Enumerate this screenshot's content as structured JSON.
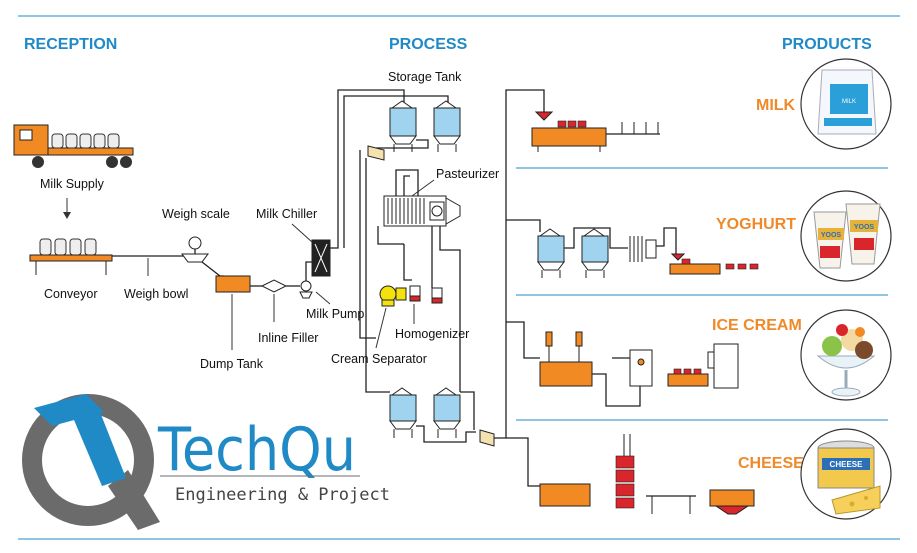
{
  "sections": {
    "reception": "RECEPTION",
    "process": "PROCESS",
    "products": "PRODUCTS"
  },
  "labels": {
    "milk_supply": "Milk Supply",
    "conveyor": "Conveyor",
    "weigh_bowl": "Weigh bowl",
    "weigh_scale": "Weigh scale",
    "dump_tank": "Dump Tank",
    "inline_filler": "Inline Filler",
    "milk_chiller": "Milk Chiller",
    "milk_pump": "Milk Pump",
    "storage_tank": "Storage Tank",
    "pasteurizer": "Pasteurizer",
    "homogenizer": "Homogenizer",
    "cream_separator": "Cream Separator"
  },
  "products": {
    "milk": "MILK",
    "yoghurt": "YOGHURT",
    "ice_cream": "ICE CREAM",
    "cheese": "CHEESE"
  },
  "product_images": {
    "milk_pack": "MILK",
    "yoghurt_brand": "YOOS",
    "cheese_brand": "CHEESE"
  },
  "logo": {
    "name": "TechQu",
    "tagline": "Engineering & Project"
  },
  "colors": {
    "section_blue": "#1f8ac6",
    "product_orange": "#ee8a2a",
    "equipment_orange": "#f28a24",
    "tank_blue": "#9fd3ef",
    "accent_red": "#d8262c"
  }
}
